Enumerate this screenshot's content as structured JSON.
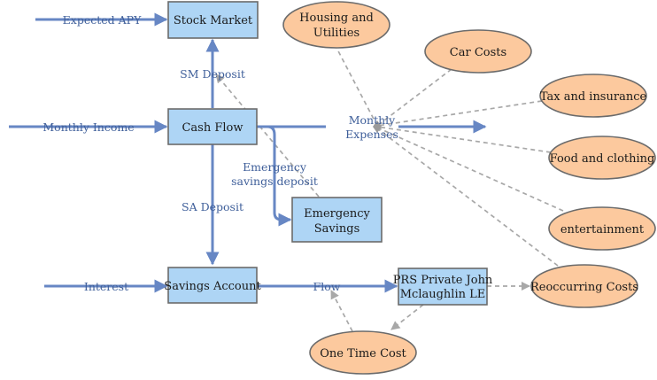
{
  "stocks": {
    "stock_market": "Stock Market",
    "cash_flow": "Cash Flow",
    "emergency_savings": [
      "Emergency",
      "Savings"
    ],
    "savings_account": "Savings Account",
    "prs": [
      "PRS Private John",
      "Mclaughlin LE"
    ]
  },
  "auxiliaries": {
    "housing": [
      "Housing and",
      "Utilities"
    ],
    "car_costs": "Car Costs",
    "tax_insurance": "Tax and insurance",
    "food_clothing": "Food and clothing",
    "entertainment": "entertainment",
    "reoccurring": "Reoccurring Costs",
    "one_time": "One Time Cost"
  },
  "flow_labels": {
    "expected_apy": "Expected APY",
    "sm_deposit": "SM Deposit",
    "monthly_income": "Monthly Income",
    "monthly_expenses": [
      "Monthly",
      "Expenses"
    ],
    "emergency_deposit": [
      "Emergency",
      "savings deposit"
    ],
    "sa_deposit": "SA Deposit",
    "interest": "Interest",
    "flow": "Flow"
  },
  "colors": {
    "stock_fill": "#aed5f5",
    "aux_fill": "#fcc99e",
    "flow_line": "#6787c4",
    "link_line": "#a8a8a8",
    "label_text": "#3f5f9a"
  }
}
